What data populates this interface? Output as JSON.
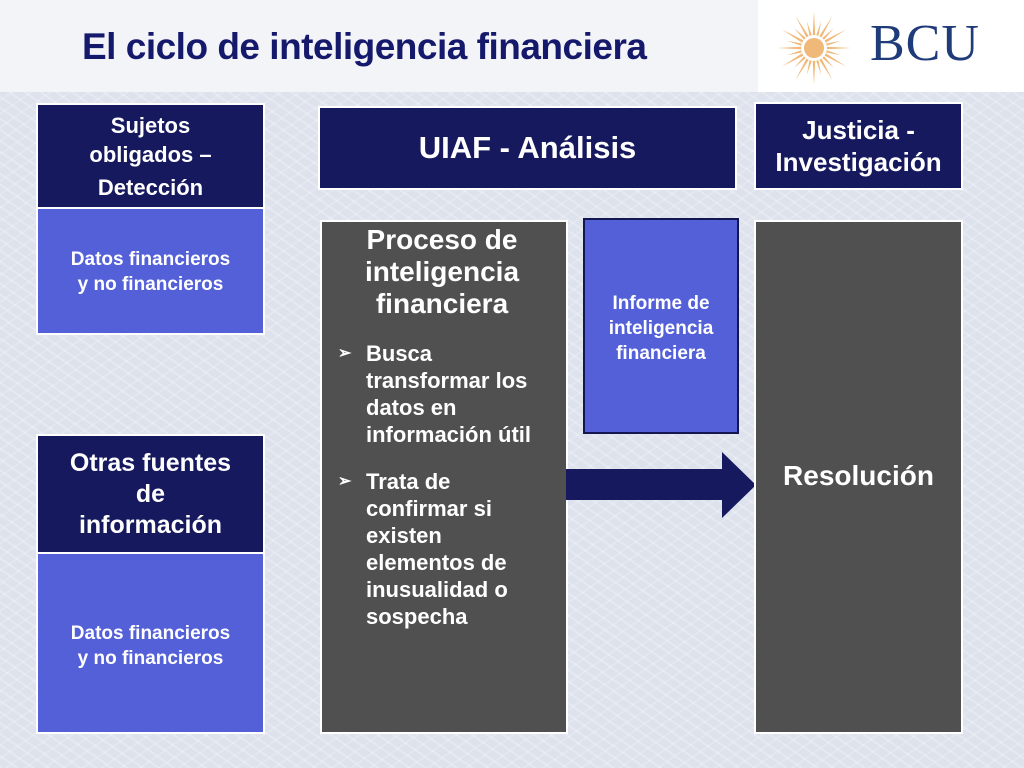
{
  "title": "El ciclo de inteligencia financiera",
  "logo": {
    "text": "BCU",
    "icon": "sun-icon",
    "colors": {
      "sun": "#f0b97a",
      "text": "#1f3b7a"
    }
  },
  "colors": {
    "navy": "#16195e",
    "blue": "#5460d8",
    "gray": "#505050",
    "title": "#15196b"
  },
  "left_column": {
    "sujetos": {
      "line1": "Sujetos",
      "line2": "obligados –",
      "line3": "Detección"
    },
    "datos_1": {
      "line1": "Datos financieros",
      "line2": "y no financieros"
    },
    "otras": {
      "line1": "Otras fuentes",
      "line2": "de",
      "line3": "información"
    },
    "datos_2": {
      "line1": "Datos financieros",
      "line2": "y no financieros"
    }
  },
  "uiaf": {
    "label": "UIAF - Análisis"
  },
  "justicia": {
    "line1": "Justicia -",
    "line2": "Investigación"
  },
  "proceso": {
    "title_lines": [
      "Proceso de",
      "inteligencia",
      "financiera"
    ],
    "bullets": [
      [
        "Busca",
        "transformar los",
        "datos en",
        "información útil"
      ],
      [
        "Trata de",
        "confirmar si",
        "existen",
        "elementos de",
        "inusualidad o",
        "sospecha"
      ]
    ]
  },
  "informe": {
    "line1": "Informe de",
    "line2": "inteligencia",
    "line3": "financiera"
  },
  "resolucion": {
    "label": "Resolución"
  }
}
